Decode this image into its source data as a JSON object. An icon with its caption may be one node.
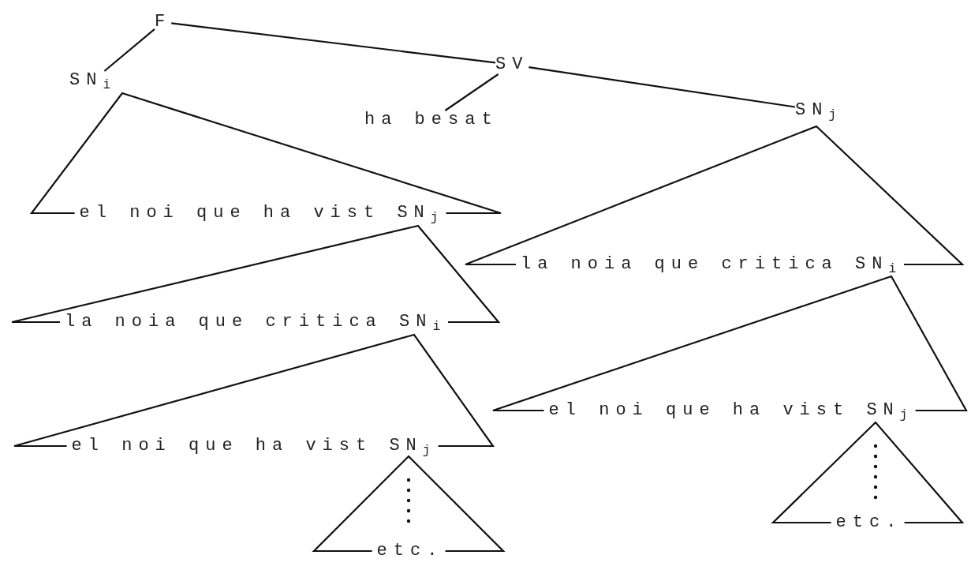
{
  "diagram": {
    "nodes": [
      {
        "text": [
          "F"
        ]
      },
      {
        "text": [
          "SN$_{i}$"
        ]
      },
      {
        "text": [
          "SV"
        ]
      },
      {
        "text": [
          "ha besat"
        ]
      },
      {
        "text": [
          "SN$_{j}$"
        ]
      },
      {
        "text": [
          "el noi que ha vist SN$_{j}$"
        ]
      },
      {
        "text": [
          "la noia que critica SN$_{i}$"
        ]
      },
      {
        "text": [
          "el noi que ha vist SN$_{j}$"
        ]
      },
      {
        "text": [
          "etc."
        ]
      },
      {
        "text": [
          "la noia que critica SN$_{i}$"
        ]
      },
      {
        "text": [
          "el noi que ha vist SN$_{j}$"
        ]
      },
      {
        "text": [
          "etc."
        ]
      }
    ],
    "edges": [
      {
        "from": 0,
        "to": 1,
        "arrow": "none"
      },
      {
        "from": 0,
        "to": 2,
        "arrow": "none"
      },
      {
        "from": 2,
        "to": 3,
        "arrow": "none"
      },
      {
        "from": 2,
        "to": 4,
        "arrow": "none"
      }
    ]
  }
}
